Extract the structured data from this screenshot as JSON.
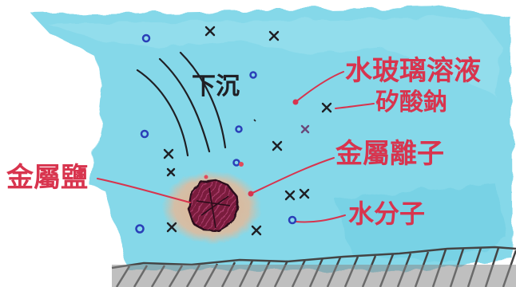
{
  "labels": {
    "sinking": "下沉",
    "water_glass_solution": "水玻璃溶液",
    "sodium_silicate": "矽酸鈉",
    "metal_ions": "金屬離子",
    "metal_salt": "金屬鹽",
    "water_molecules": "水分子"
  },
  "colors": {
    "water_fill": "#7fd6e8",
    "background": "#ffffff",
    "label_red": "#d8344e",
    "ink_dark": "#1f1f24",
    "molecule_blue": "#2a3fb8",
    "metal_ion_red": "#e24a5a",
    "salt_halo": "#e6b08a",
    "salt_crystal": "#8e2446",
    "sediment": "#6f6f6f"
  },
  "legend_icons": {
    "sodium_silicate_marker": "cross-icon",
    "water_molecule_marker": "circle-icon",
    "metal_ion_marker": "red-dot-icon"
  }
}
